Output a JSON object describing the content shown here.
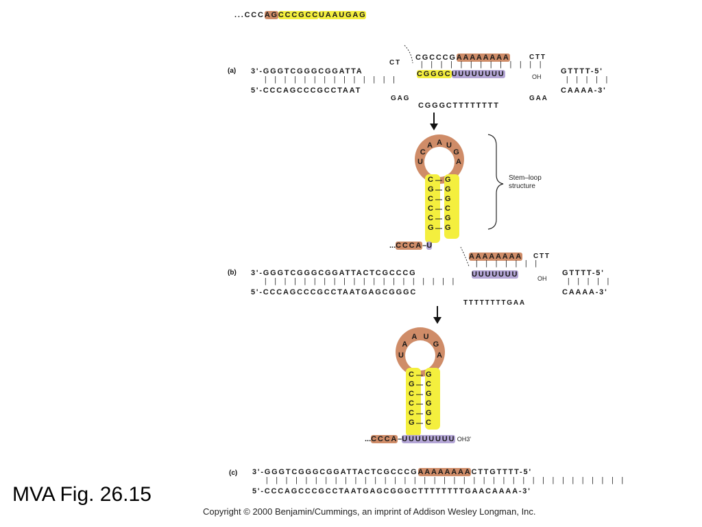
{
  "figure_label": "MVA Fig. 26.15",
  "copyright": "Copyright © 2000 Benjamin/Cummings, an imprint of Addison Wesley Longman, Inc.",
  "panel_a": {
    "label": "(a)",
    "rna_lead": "...CCC",
    "rna_orange": "AG",
    "rna_yellow": "CCCGCC",
    "rna_tail": "UAAUGAG",
    "top_strand": "3'-GGGTCGGGCGGATTA",
    "top_loop": "CT",
    "top_mid_prefix": "CGCCCG",
    "top_mid_a": "AAAAAAAA",
    "top_loop_right": "CTT",
    "top_right": "GTTTT-5'",
    "bottom_strand": "5'-CCCAGCCCGCCTAAT",
    "bottom_loop": "GAG",
    "bottom_mid": "CGGGCTTTTTTTT",
    "bottom_loop_right": "GAA",
    "bottom_right": "CAAAA-3'",
    "rna_pair_yellow": "CGGGC",
    "rna_pair_purple": "UUUUUUUU",
    "oh": "OH"
  },
  "stem_loop_1": {
    "loop_bases": [
      "U",
      "C",
      "A",
      "A",
      "U",
      "G",
      "A"
    ],
    "left_stem": [
      "C",
      "G",
      "C",
      "C",
      "C",
      "G"
    ],
    "right_stem": [
      "G",
      "G",
      "G",
      "C",
      "G",
      "G"
    ],
    "base_left": "...CCCA",
    "base_right": "U",
    "annotation": "Stem–loop structure"
  },
  "panel_b": {
    "label": "(b)",
    "top_strand": "3'-GGGTCGGGCGGATTACTCGCCCG",
    "top_a": "AAAAAAAA",
    "top_loop_right": "CTT",
    "top_right": "GTTTT-5'",
    "bottom_strand": "5'-CCCAGCCCGCCTAATGAGCGGGC",
    "bottom_loop": "TTTTTTTTGAA",
    "bottom_right": "CAAAA-3'",
    "rna_purple": "UUUUUUU",
    "oh": "OH"
  },
  "stem_loop_2": {
    "loop_bases": [
      "U",
      "A",
      "A",
      "U",
      "G",
      "A"
    ],
    "left_stem": [
      "C",
      "G",
      "C",
      "C",
      "C",
      "G"
    ],
    "right_stem": [
      "G",
      "C",
      "G",
      "G",
      "G",
      "C"
    ],
    "base_left": "...CCCA",
    "tail_purple": "UUUUUUUU",
    "tail_end": "OH3'"
  },
  "panel_c": {
    "label": "(c)",
    "top_strand": "3'-GGGTCGGGCGGATTACTCGCCCG",
    "top_a": "AAAAAAAA",
    "top_right": "CTTGTTTT-5'",
    "bottom_strand": "5'-CCCAGCCCGCCTAATGAGCGGGCTTTTTTTTGAACAAAA-3'"
  },
  "colors": {
    "orange": "#cf8c68",
    "yellow": "#f4ef3e",
    "purple": "#b4a6d6"
  }
}
